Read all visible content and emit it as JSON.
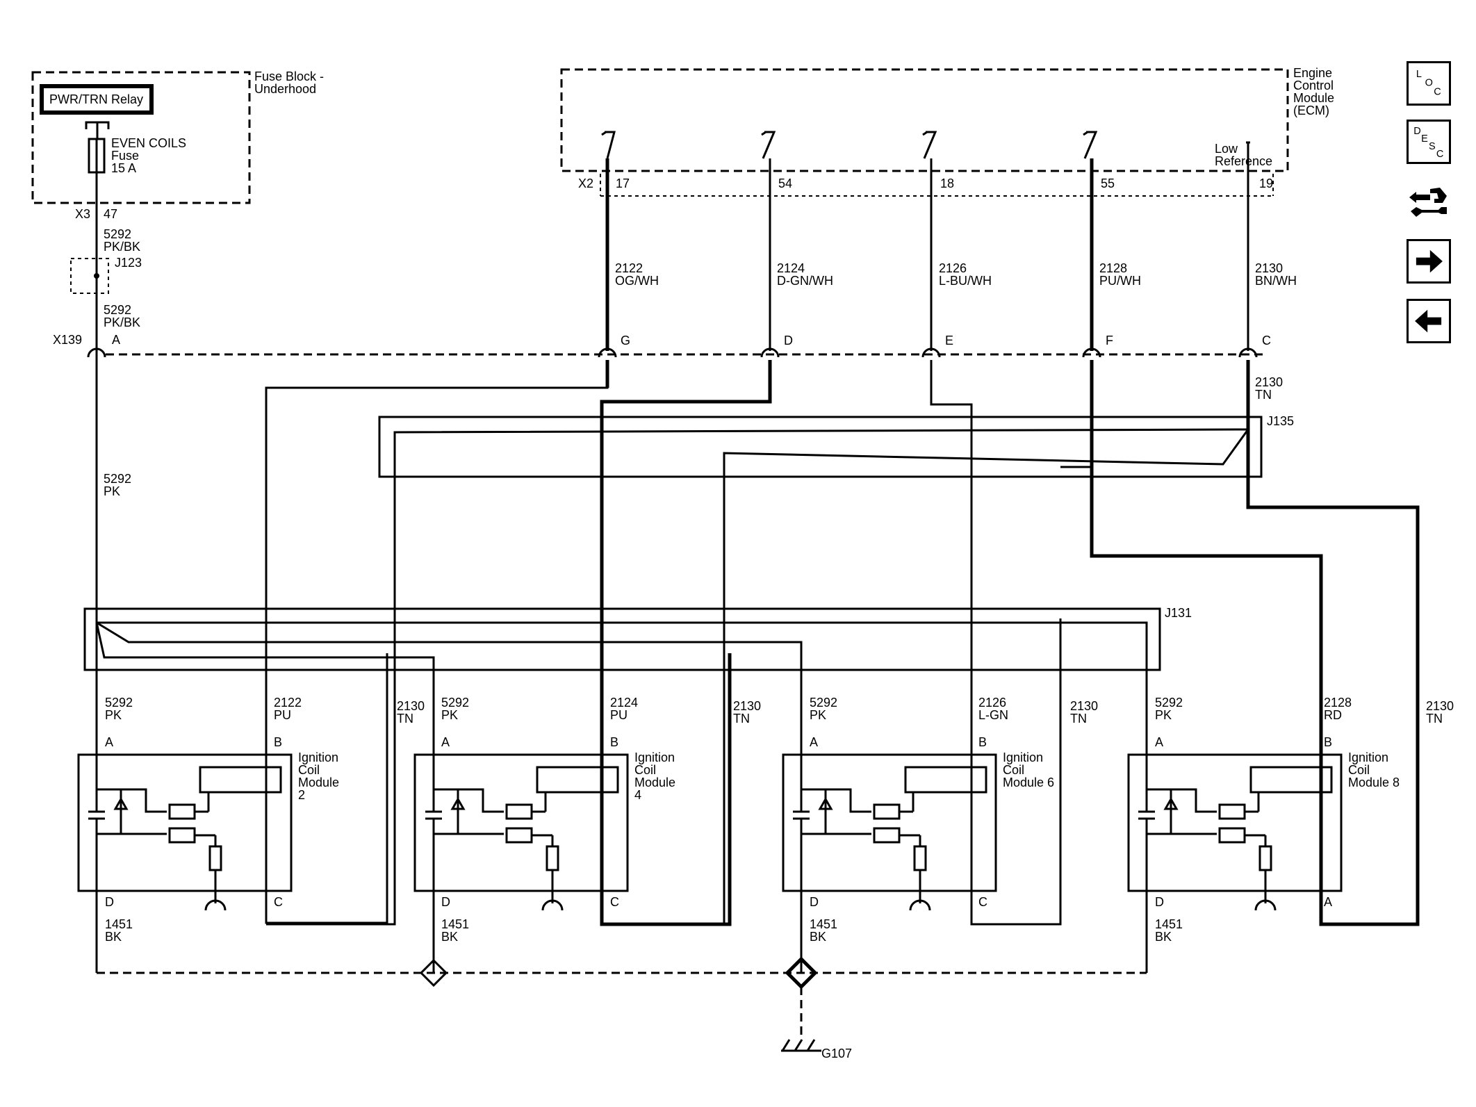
{
  "fuse_block": {
    "title_line1": "Fuse Block -",
    "title_line2": "Underhood",
    "relay": "PWR/TRN Relay",
    "fuse_name": "EVEN COILS",
    "fuse_word": "Fuse",
    "fuse_rating": "15 A"
  },
  "ecm": {
    "line1": "Engine",
    "line2": "Control",
    "line3": "Module",
    "line4": "(ECM)",
    "connector": "X2",
    "low_ref_1": "Low",
    "low_ref_2": "Reference",
    "pins": [
      "17",
      "54",
      "18",
      "55",
      "19"
    ]
  },
  "left_feed": {
    "connector": "X3",
    "pin": "47",
    "circuit_a": "5292",
    "color_a": "PK/BK",
    "splice": "J123",
    "circuit_b": "5292",
    "color_b": "PK/BK",
    "inline": "X139",
    "inline_pin": "A",
    "circuit_c": "5292",
    "color_c": "PK"
  },
  "ecm_wires": [
    {
      "circuit": "2122",
      "color": "OG/WH",
      "pin": "G"
    },
    {
      "circuit": "2124",
      "color": "D-GN/WH",
      "pin": "D"
    },
    {
      "circuit": "2126",
      "color": "L-BU/WH",
      "pin": "E"
    },
    {
      "circuit": "2128",
      "color": "PU/WH",
      "pin": "F"
    },
    {
      "circuit": "2130",
      "color": "BN/WH",
      "pin": "C"
    }
  ],
  "ref_wire": {
    "circuit": "2130",
    "color": "TN"
  },
  "splices": {
    "j135": "J135",
    "j131": "J131"
  },
  "coil_modules": [
    {
      "name1": "Ignition",
      "name2": "Coil",
      "name3": "Module",
      "name4": "2",
      "pwr_circuit": "5292",
      "pwr_color": "PK",
      "sig_circuit": "2122",
      "sig_color": "PU",
      "ref_circuit": "2130",
      "ref_color": "TN",
      "gnd_circuit": "1451",
      "gnd_color": "BK",
      "pin_a": "A",
      "pin_b": "B",
      "pin_c": "C",
      "pin_d": "D"
    },
    {
      "name1": "Ignition",
      "name2": "Coil",
      "name3": "Module",
      "name4": "4",
      "pwr_circuit": "5292",
      "pwr_color": "PK",
      "sig_circuit": "2124",
      "sig_color": "PU",
      "ref_circuit": "2130",
      "ref_color": "TN",
      "gnd_circuit": "1451",
      "gnd_color": "BK",
      "pin_a": "A",
      "pin_b": "B",
      "pin_c": "C",
      "pin_d": "D"
    },
    {
      "name1": "Ignition",
      "name2": "Coil",
      "name3": "Module 6",
      "name4": "",
      "pwr_circuit": "5292",
      "pwr_color": "PK",
      "sig_circuit": "2126",
      "sig_color": "L-GN",
      "ref_circuit": "2130",
      "ref_color": "TN",
      "gnd_circuit": "1451",
      "gnd_color": "BK",
      "pin_a": "A",
      "pin_b": "B",
      "pin_c": "C",
      "pin_d": "D"
    },
    {
      "name1": "Ignition",
      "name2": "Coil",
      "name3": "Module 8",
      "name4": "",
      "pwr_circuit": "5292",
      "pwr_color": "PK",
      "sig_circuit": "2128",
      "sig_color": "RD",
      "ref_circuit": "2130",
      "ref_color": "TN",
      "gnd_circuit": "1451",
      "gnd_color": "BK",
      "pin_a": "A",
      "pin_b": "B",
      "pin_c": "A",
      "pin_d": "D"
    }
  ],
  "ground": {
    "label": "G107"
  },
  "nav": {
    "loc": {
      "l": "L",
      "o": "O",
      "c": "C",
      "icon": "loc-icon"
    },
    "desc": {
      "d": "D",
      "e": "E",
      "s": "S",
      "c": "C",
      "icon": "desc-icon"
    },
    "connector_icon": "connector-tool-icon",
    "next_icon": "arrow-right-icon",
    "prev_icon": "arrow-left-icon"
  }
}
